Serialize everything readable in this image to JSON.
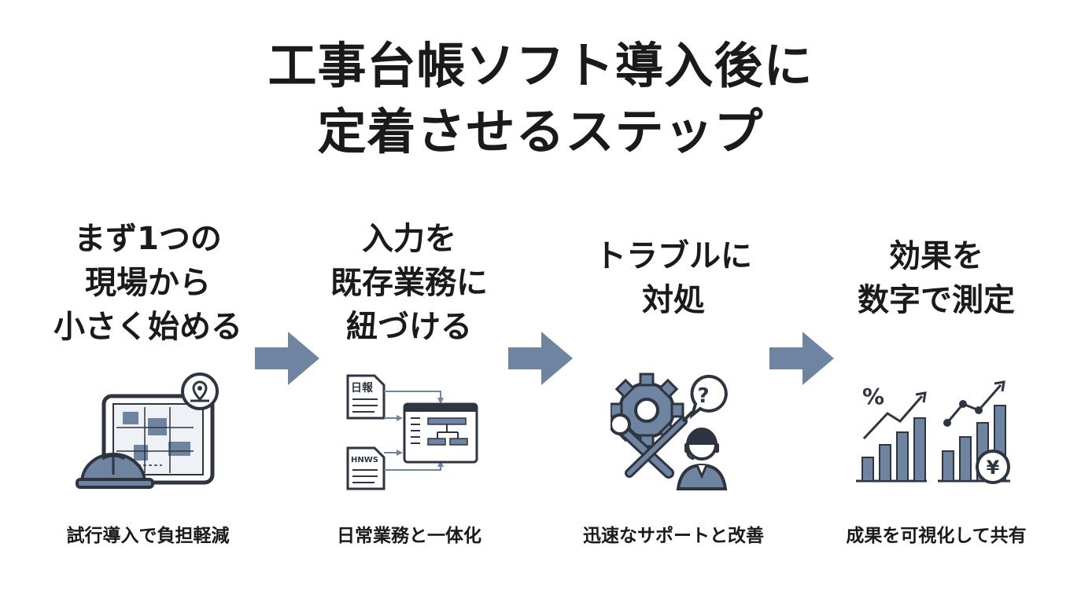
{
  "title": {
    "line1": "工事台帳ソフト導入後に",
    "line2": "定着させるステップ"
  },
  "steps": [
    {
      "heading": [
        "まず1つの",
        "現場から",
        "小さく始める"
      ],
      "caption": "試行導入で負担軽減"
    },
    {
      "heading": [
        "入力を",
        "既存業務に",
        "紐づける"
      ],
      "caption": "日常業務と一体化",
      "doc_labels": [
        "日報",
        "HNWS"
      ]
    },
    {
      "heading": [
        "トラブルに",
        "対処"
      ],
      "caption": "迅速なサポートと改善",
      "help_symbol": "?"
    },
    {
      "heading": [
        "効果を",
        "数字で測定"
      ],
      "caption": "成果を可視化して共有",
      "symbols": [
        "%",
        "¥"
      ]
    }
  ],
  "colors": {
    "accent": "#6f84a0",
    "dark": "#2e3440",
    "text": "#1a1a1a"
  }
}
